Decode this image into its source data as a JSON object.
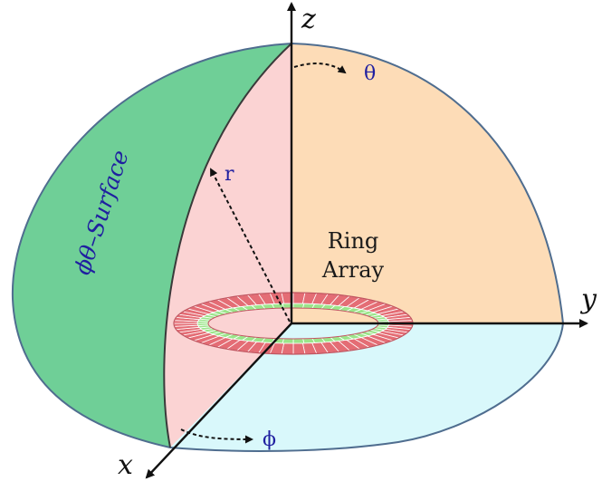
{
  "axes": {
    "x": "x",
    "y": "y",
    "z": "z"
  },
  "labels": {
    "theta": "θ",
    "phi": "ϕ",
    "r": "r",
    "surface": "ϕθ–Surface",
    "ring_line1": "Ring",
    "ring_line2": "Array"
  },
  "colors": {
    "green_face": "#6fcf97",
    "pink_face": "#fbd3d3",
    "orange_face": "#fddcb7",
    "cyan_face": "#d9f8fb",
    "outline": "#4f6d8f",
    "ring_red": "#e46d75",
    "ring_green": "#9be58a",
    "label_blue": "#1f1fa0"
  }
}
